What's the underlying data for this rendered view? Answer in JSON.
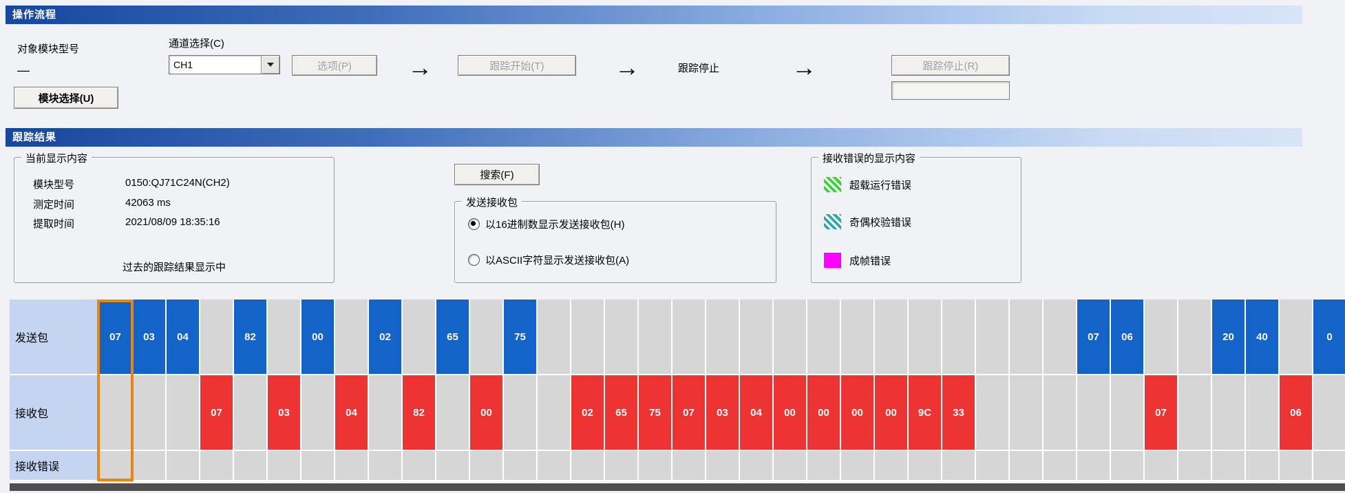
{
  "flow": {
    "header": "操作流程",
    "target_module_label": "对象模块型号",
    "target_module_value": "—",
    "module_select_button": "模块选择(U)",
    "channel_label": "通道选择(C)",
    "channel_value": "CH1",
    "options_button": "选项(P)",
    "trace_start_button": "跟踪开始(T)",
    "trace_stop_step": "跟踪停止",
    "trace_stop_button": "跟踪停止(R)",
    "status_field_value": "",
    "arrow": "→"
  },
  "result": {
    "header": "跟踪结果",
    "current_group": {
      "title": "当前显示内容",
      "rows": [
        {
          "label": "模块型号",
          "value": "0150:QJ71C24N(CH2)"
        },
        {
          "label": "测定时间",
          "value": "42063 ms"
        },
        {
          "label": "提取时间",
          "value": "2021/08/09 18:35:16"
        }
      ],
      "footer": "过去的跟踪结果显示中"
    },
    "search_button": "搜索(F)",
    "packet_group": {
      "title": "发送接收包",
      "radio_hex": "以16进制数显示发送接收包(H)",
      "radio_ascii": "以ASCII字符显示发送接收包(A)",
      "selected": "hex"
    },
    "error_group": {
      "title": "接收错误的显示内容",
      "items": [
        {
          "swatch": "green-hatch",
          "label": "超载运行错误"
        },
        {
          "swatch": "teal-hatch",
          "label": "奇偶校验错误"
        },
        {
          "swatch": "magenta-solid",
          "label": "成帧错误"
        }
      ]
    }
  },
  "grid": {
    "row_labels": [
      "发送包",
      "接收包",
      "接收错误"
    ],
    "send": [
      "07",
      "03",
      "04",
      "",
      "82",
      "",
      "00",
      "",
      "02",
      "",
      "65",
      "",
      "75",
      "",
      "",
      "",
      "",
      "",
      "",
      "",
      "",
      "",
      "",
      "",
      "",
      "",
      "",
      "",
      "",
      "07",
      "06",
      "",
      "",
      "20",
      "40",
      "",
      "0"
    ],
    "receive": [
      "",
      "",
      "",
      "07",
      "",
      "03",
      "",
      "04",
      "",
      "82",
      "",
      "00",
      "",
      "",
      "02",
      "65",
      "75",
      "07",
      "03",
      "04",
      "00",
      "00",
      "00",
      "00",
      "9C",
      "33",
      "",
      "",
      "",
      "",
      "",
      "07",
      "",
      "",
      "",
      "06",
      ""
    ],
    "selected_column": 0
  },
  "colors": {
    "send_cell": "#1463C8",
    "receive_cell": "#EE3333",
    "selection": "#E8860D",
    "overrun_error": "#2BDC2B",
    "parity_error": "#2AA9AE",
    "framing_error": "#FF00FF"
  }
}
